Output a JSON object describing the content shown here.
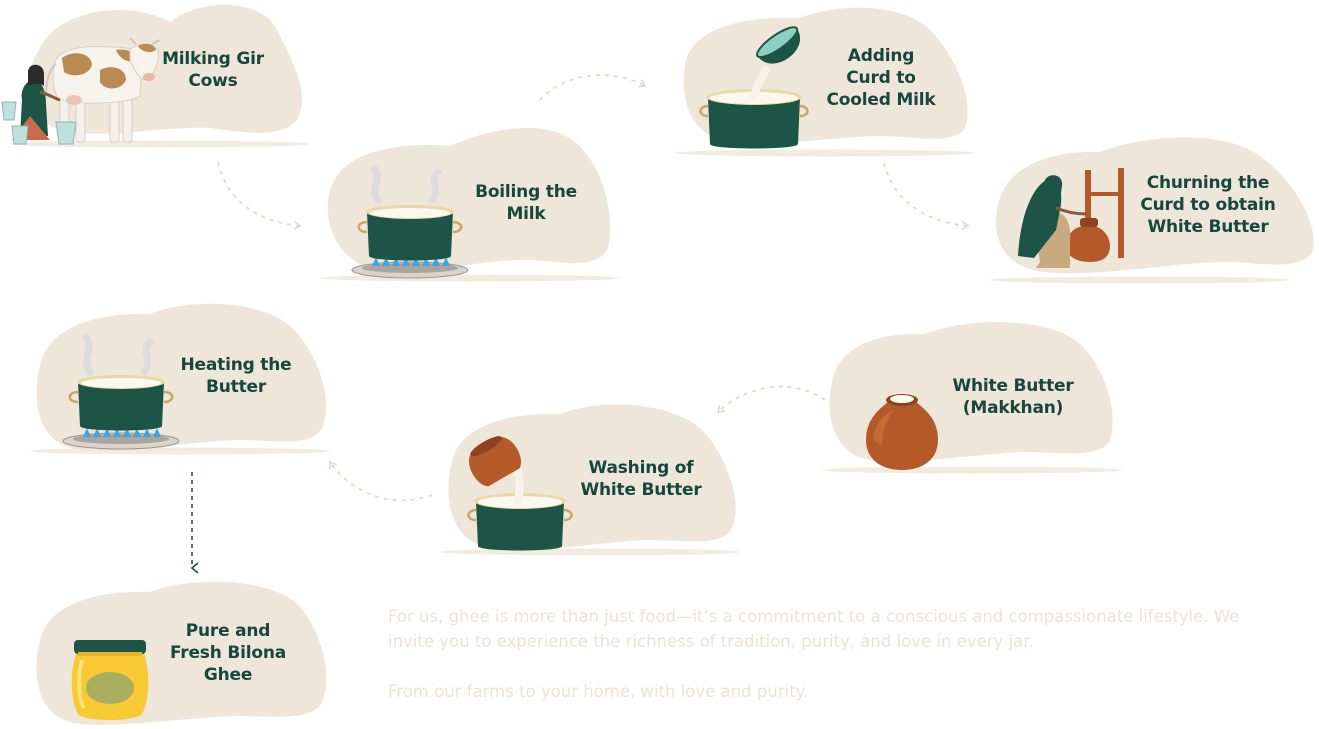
{
  "steps": [
    {
      "lines": [
        "Milking Gir",
        "Cows"
      ],
      "icon": "cow-milking-icon"
    },
    {
      "lines": [
        "Boiling the",
        "Milk"
      ],
      "icon": "boiling-pot-icon"
    },
    {
      "lines": [
        "Adding",
        "Curd to",
        "Cooled Milk"
      ],
      "icon": "curd-pot-icon"
    },
    {
      "lines": [
        "Churning the",
        "Curd to obtain",
        "White Butter"
      ],
      "icon": "churning-icon"
    },
    {
      "lines": [
        "White Butter",
        "(Makkhan)"
      ],
      "icon": "clay-pot-icon"
    },
    {
      "lines": [
        "Washing of",
        "White Butter"
      ],
      "icon": "washing-pot-icon"
    },
    {
      "lines": [
        "Heating the",
        "Butter"
      ],
      "icon": "heating-pot-icon"
    },
    {
      "lines": [
        "Pure and",
        "Fresh Bilona",
        "Ghee"
      ],
      "icon": "ghee-jar-icon"
    }
  ],
  "intro": {
    "paragraph": "For us, ghee is more than just food—it’s a commitment to a conscious and compassionate lifestyle. We invite you to experience the richness of tradition, purity, and love in every jar.",
    "tagline": "From our farms to your home, with love and purity."
  },
  "colors": {
    "blob": "#efe6da",
    "pot": "#1c5446",
    "label": "#17463c",
    "flame": "#3aa6e6",
    "clay": "#b45a2a",
    "ghee": "#f7c932",
    "arrow": "#e2d8cb",
    "footer_text": "#ede2d4"
  }
}
